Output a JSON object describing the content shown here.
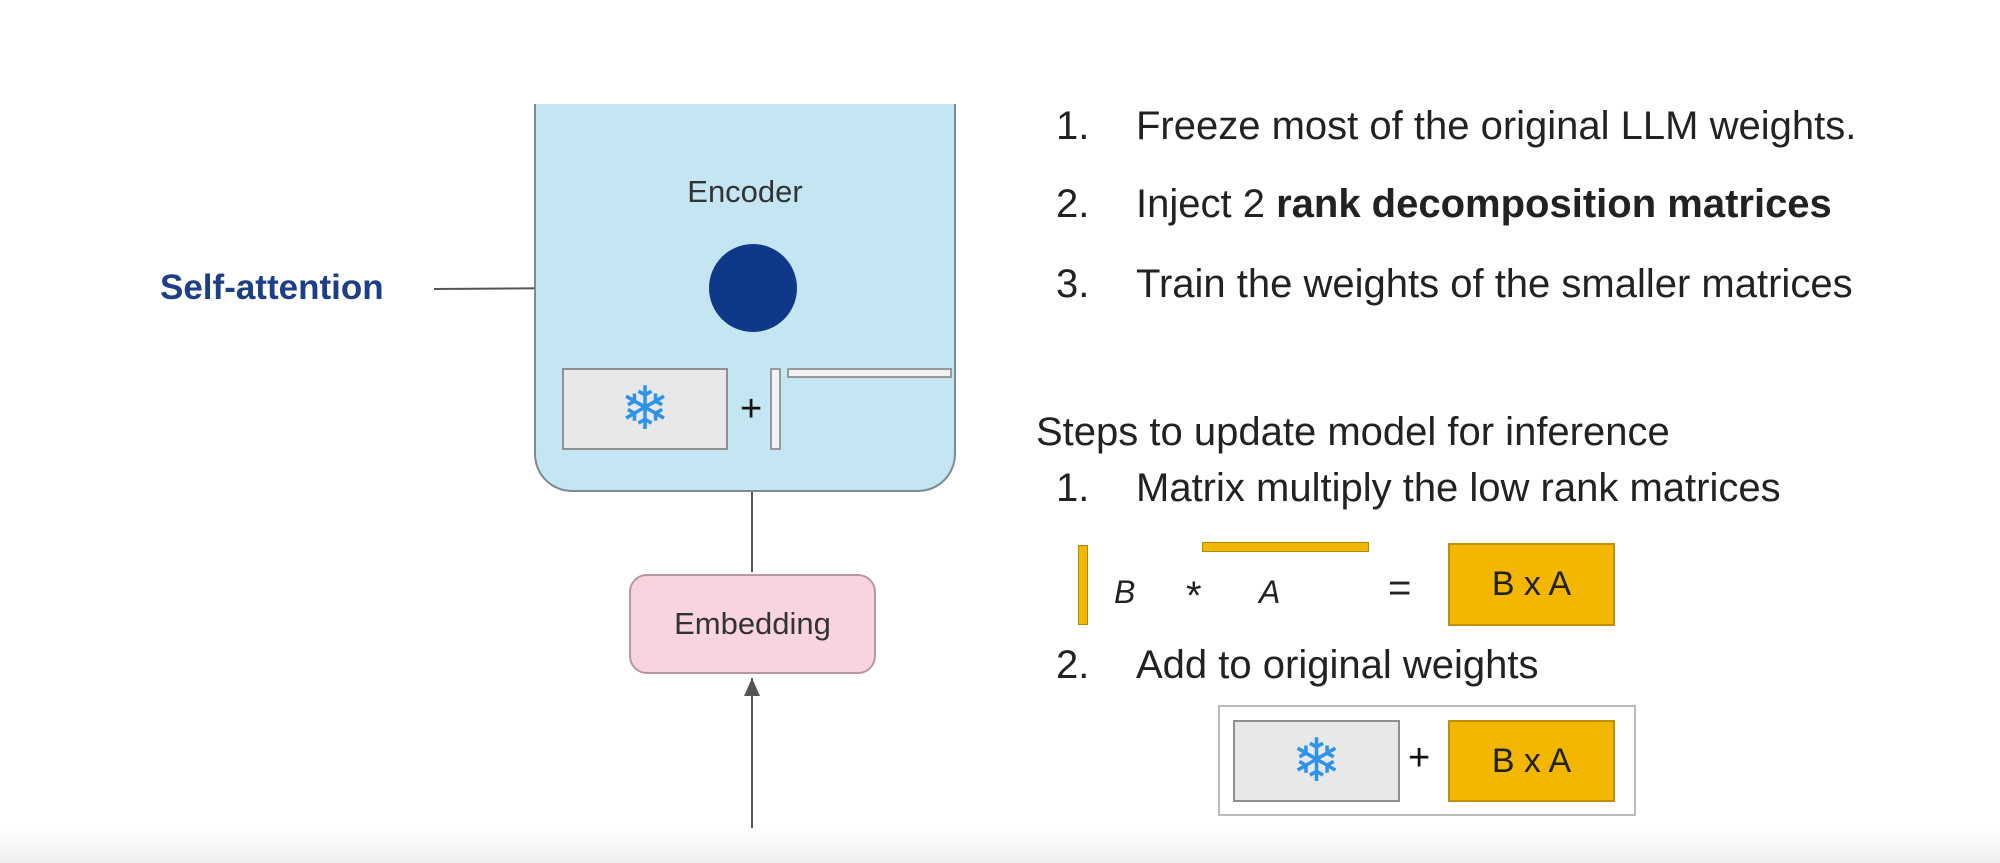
{
  "encoder": {
    "label": "Encoder"
  },
  "self_attention_label": "Self-attention",
  "embedding_label": "Embedding",
  "plus_sign": "+",
  "snowflake_glyph": "❄",
  "steps": [
    {
      "num": "1.",
      "text": "Freeze most of the original LLM weights.",
      "bold": ""
    },
    {
      "num": "2.",
      "text": "Inject 2 ",
      "bold": "rank decomposition matrices"
    },
    {
      "num": "3.",
      "text": "Train the weights of the smaller matrices",
      "bold": ""
    }
  ],
  "inference": {
    "heading": "Steps to update model for inference",
    "step1": {
      "num": "1.",
      "text": "Matrix multiply the low rank matrices"
    },
    "step2": {
      "num": "2.",
      "text": "Add to original weights"
    },
    "matrix_b": "B",
    "multiply_op": "*",
    "matrix_a": "A",
    "equals_op": "=",
    "product_label": "B x A"
  },
  "colors": {
    "encoder_fill": "#c4e6f2",
    "attention_node": "#0f3889",
    "embedding_fill": "#f8d5de",
    "matrix_gold": "#f3b700",
    "snowflake": "#2f93ea",
    "self_attention_text": "#1d3f87"
  },
  "icons": {
    "frozen_weights": "snowflake-icon"
  }
}
